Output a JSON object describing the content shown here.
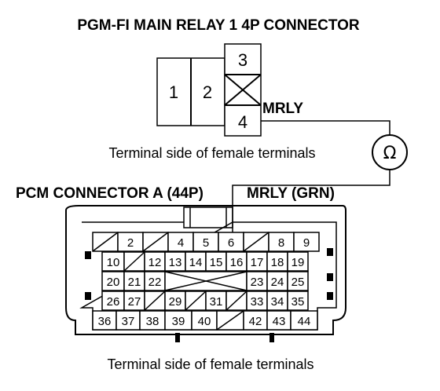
{
  "relay": {
    "title": "PGM-FI MAIN RELAY 1 4P CONNECTOR",
    "caption": "Terminal side of female terminals",
    "pins": {
      "p1": "1",
      "p2": "2",
      "p3": "3",
      "p4": "4"
    },
    "signal_label": "MRLY"
  },
  "meter": {
    "symbol": "Ω"
  },
  "pcm": {
    "title": "PCM CONNECTOR A (44P)",
    "signal_label": "MRLY (GRN)",
    "caption": "Terminal side of female terminals",
    "row1": [
      "",
      "2",
      "",
      "4",
      "5",
      "6",
      "",
      "8",
      "9"
    ],
    "row2": [
      "10",
      "",
      "12",
      "13",
      "14",
      "15",
      "16",
      "17",
      "18",
      "19"
    ],
    "row3": [
      "20",
      "21",
      "22",
      "23",
      "24",
      "25"
    ],
    "row4": [
      "26",
      "27",
      "",
      "29",
      "",
      "31",
      "",
      "33",
      "34",
      "35"
    ],
    "row5": [
      "36",
      "37",
      "38",
      "39",
      "40",
      "",
      "42",
      "43",
      "44"
    ]
  }
}
